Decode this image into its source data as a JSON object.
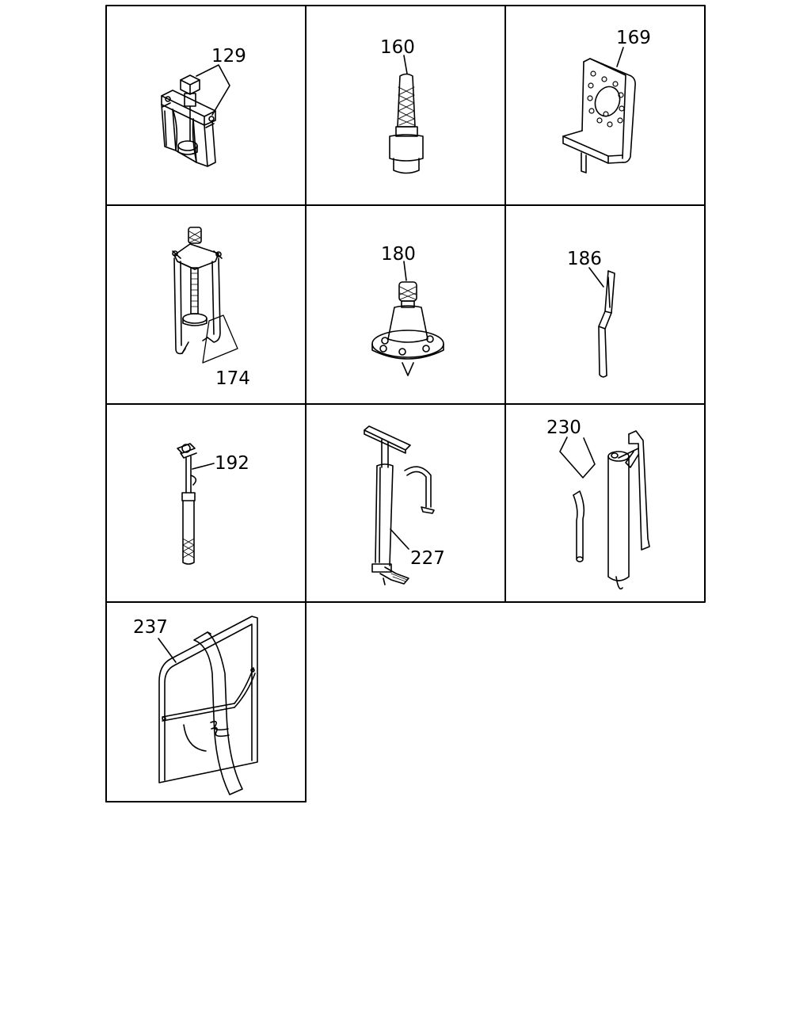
{
  "parts": [
    {
      "id": "p129",
      "label": "129",
      "tool": "gear-puller-icon"
    },
    {
      "id": "p160",
      "label": "160",
      "tool": "knurled-drift-icon"
    },
    {
      "id": "p169",
      "label": "169",
      "tool": "mounting-bracket-icon"
    },
    {
      "id": "p174",
      "label": "174",
      "tool": "jaw-puller-icon"
    },
    {
      "id": "p180",
      "label": "180",
      "tool": "flanged-installer-icon"
    },
    {
      "id": "p186",
      "label": "186",
      "tool": "bent-chisel-icon"
    },
    {
      "id": "p192",
      "label": "192",
      "tool": "slide-hammer-icon"
    },
    {
      "id": "p227",
      "label": "227",
      "tool": "hand-pump-icon"
    },
    {
      "id": "p230",
      "label": "230",
      "tool": "grease-gun-icon"
    },
    {
      "id": "p237",
      "label": "237",
      "tool": "tool-bag-icon"
    }
  ]
}
